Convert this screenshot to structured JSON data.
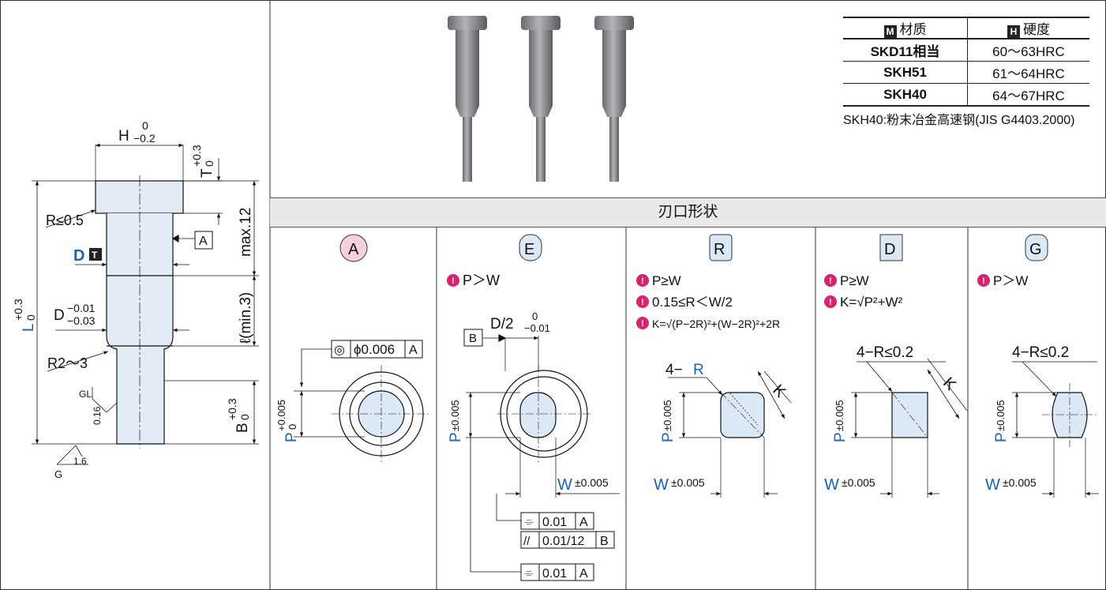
{
  "material_table": {
    "header": {
      "material_icon": "M",
      "material": "材质",
      "hardness_icon": "H",
      "hardness": "硬度"
    },
    "rows": [
      {
        "material": "SKD11相当",
        "hardness": "60～63HRC"
      },
      {
        "material": "SKH51",
        "hardness": "61～64HRC"
      },
      {
        "material": "SKH40",
        "hardness": "64～67HRC"
      }
    ],
    "note": "SKH40:粉末冶金高速钢(JIS G4403.2000)"
  },
  "shape_section_title": "刃口形状",
  "pin_drawing": {
    "H": "H",
    "H_tol_upper": "0",
    "H_tol_lower": "−0.2",
    "T": "T",
    "T_tol_upper": "+0.3",
    "T_tol_lower": "0",
    "L": "L",
    "L_tol_upper": "+0.3",
    "L_tol_lower": "0",
    "R_head": "R≤0.5",
    "D_label": "D",
    "D_icon": "T",
    "datum_A": "A",
    "max12": "max.12",
    "lmin": "ℓ(min.3)",
    "D_dim": "D",
    "D_tol_upper": "−0.01",
    "D_tol_lower": "−0.03",
    "R_neck": "R2～3",
    "B": "B",
    "B_tol_upper": "+0.3",
    "B_tol_lower": "0",
    "GL": "GL",
    "roughness_016": "0.16",
    "G": "G",
    "roughness_16": "1.6"
  },
  "shapes": {
    "A": {
      "label": "A",
      "tol_symbol": "◎",
      "tol_value": "ϕ0.006",
      "tol_datum": "A",
      "P": "P",
      "P_tol_upper": "+0.005",
      "P_tol_lower": "0"
    },
    "E": {
      "label": "E",
      "cond": "P＞W",
      "datum_B": "B",
      "Ddim": "D/2",
      "D_tol_upper": "0",
      "D_tol_lower": "−0.01",
      "P": "P",
      "P_tol": "±0.005",
      "W": "W",
      "W_tol": "±0.005",
      "fcf1_sym": "⌯",
      "fcf1_val": "0.01",
      "fcf1_datum": "A",
      "fcf2_sym": "//",
      "fcf2_val": "0.01/12",
      "fcf2_datum": "B",
      "fcf3_sym": "⌯",
      "fcf3_val": "0.01",
      "fcf3_datum": "A"
    },
    "R": {
      "label": "R",
      "cond1": "P≥W",
      "cond2": "0.15≤R＜W/2",
      "cond3": "K=√(P−2R)²+(W−2R)²+2R",
      "corner_prefix": "4−",
      "corner_R": "R",
      "K": "K",
      "P": "P",
      "P_tol": "±0.005",
      "W": "W",
      "W_tol": "±0.005"
    },
    "D": {
      "label": "D",
      "cond1": "P≥W",
      "cond2": "K=√P²+W²",
      "corner": "4−R≤0.2",
      "K": "K",
      "P": "P",
      "P_tol": "±0.005",
      "W": "W",
      "W_tol": "±0.005"
    },
    "G": {
      "label": "G",
      "cond1": "P＞W",
      "corner": "4−R≤0.2",
      "P": "P",
      "P_tol": "±0.005",
      "W": "W",
      "W_tol": "±0.005"
    }
  },
  "colors": {
    "blue": "#1a63b0",
    "pink_fill": "#f6d0dc",
    "blue_fill": "#dbe9f6",
    "light_fill": "#e3ecf5",
    "icon_pink": "#d6246e"
  }
}
